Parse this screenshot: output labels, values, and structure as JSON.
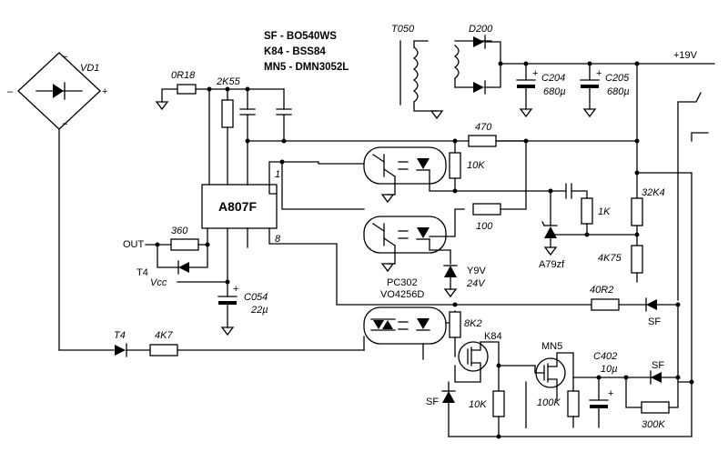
{
  "legend": {
    "line1": "SF - BO540WS",
    "line2": "K84 - BSS84",
    "line3": "MN5 - DMN3052L"
  },
  "labels": {
    "vd1": "VD1",
    "bridge_minus": "–",
    "bridge_plus": "+",
    "bridge_ac_top": "~",
    "bridge_ac_bottom": "~",
    "r_0r18": "0R18",
    "r_2k55": "2K55",
    "ic": "A807F",
    "pin1": "1",
    "pin8": "8",
    "r_360": "360",
    "out": "OUT",
    "t4_a": "T4",
    "vcc": "Vcc",
    "c054": "C054",
    "c054_val": "22µ",
    "t4_b": "T4",
    "r_4k7": "4K7",
    "t050": "T050",
    "d200": "D200",
    "c204": "C204",
    "c204_val": "680µ",
    "c205": "C205",
    "c205_val": "680µ",
    "out19": "+19V",
    "r_470": "470",
    "r_10k_a": "10K",
    "r_100": "100",
    "r_1k": "1K",
    "r_32k4": "32K4",
    "r_4k75": "4K75",
    "a79zf": "A79zf",
    "y9v": "Y9V",
    "y9v_val": "24V",
    "pc302": "PC302",
    "vo4256d": "VO4256D",
    "r_40r2": "40R2",
    "sf_a": "SF",
    "r_8k2": "8K2",
    "k84": "K84",
    "mn5": "MN5",
    "c402": "C402",
    "c402_val": "10µ",
    "sf_b": "SF",
    "sf_c": "SF",
    "r_10k_b": "10K",
    "r_100k": "100K",
    "r_300k": "300K",
    "cap_plus": "+"
  }
}
